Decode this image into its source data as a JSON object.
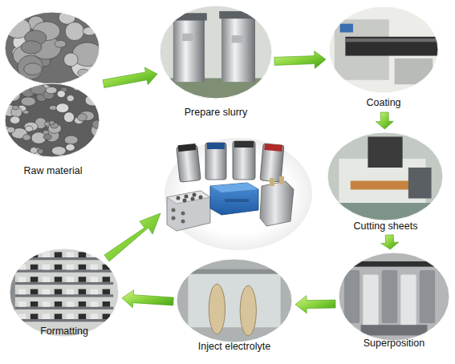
{
  "diagram": {
    "nodes": [
      {
        "text": [
          "Raw material"
        ]
      },
      {
        "text": [
          "Prepare slurry"
        ]
      },
      {
        "text": [
          "Coating"
        ]
      },
      {
        "text": [
          "Cutting sheets"
        ]
      },
      {
        "text": [
          "Superposition"
        ]
      },
      {
        "text": [
          "Inject electrolyte"
        ]
      },
      {
        "text": [
          "Formatting"
        ]
      }
    ],
    "edges": [
      {
        "from": 0,
        "to": 1,
        "arrow": "to"
      },
      {
        "from": 1,
        "to": 2,
        "arrow": "to"
      },
      {
        "from": 2,
        "to": 3,
        "arrow": "to"
      },
      {
        "from": 3,
        "to": 4,
        "arrow": "to"
      },
      {
        "from": 4,
        "to": 5,
        "arrow": "to"
      },
      {
        "from": 5,
        "to": 6,
        "arrow": "to"
      }
    ]
  }
}
